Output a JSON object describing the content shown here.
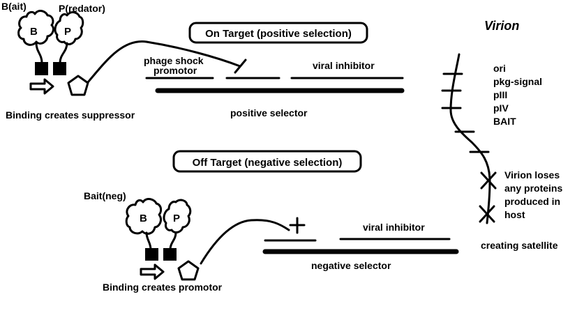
{
  "top": {
    "bait_label": "B(ait)",
    "predator_label": "P(redator)",
    "bait_letter": "B",
    "predator_letter": "P",
    "caption": "Binding creates suppressor",
    "section_title": "On Target (positive selection)",
    "promoter_label_line1": "phage shock",
    "promoter_label_line2": "promotor",
    "gene_label": "viral inhibitor",
    "selector_label": "positive selector"
  },
  "bottom": {
    "bait_label": "Bait(neg)",
    "bait_letter": "B",
    "predator_letter": "P",
    "caption": "Binding creates promotor",
    "section_title": "Off Target (negative selection)",
    "gene_label": "viral inhibitor",
    "selector_label": "negative selector"
  },
  "virion": {
    "title": "Virion",
    "genome_items": [
      "ori",
      "pkg-signal",
      "pIII",
      "pIV",
      "BAIT"
    ],
    "note_lines": [
      "Virion loses",
      "any proteins",
      "produced in",
      "host"
    ],
    "footer": "creating satellite"
  }
}
